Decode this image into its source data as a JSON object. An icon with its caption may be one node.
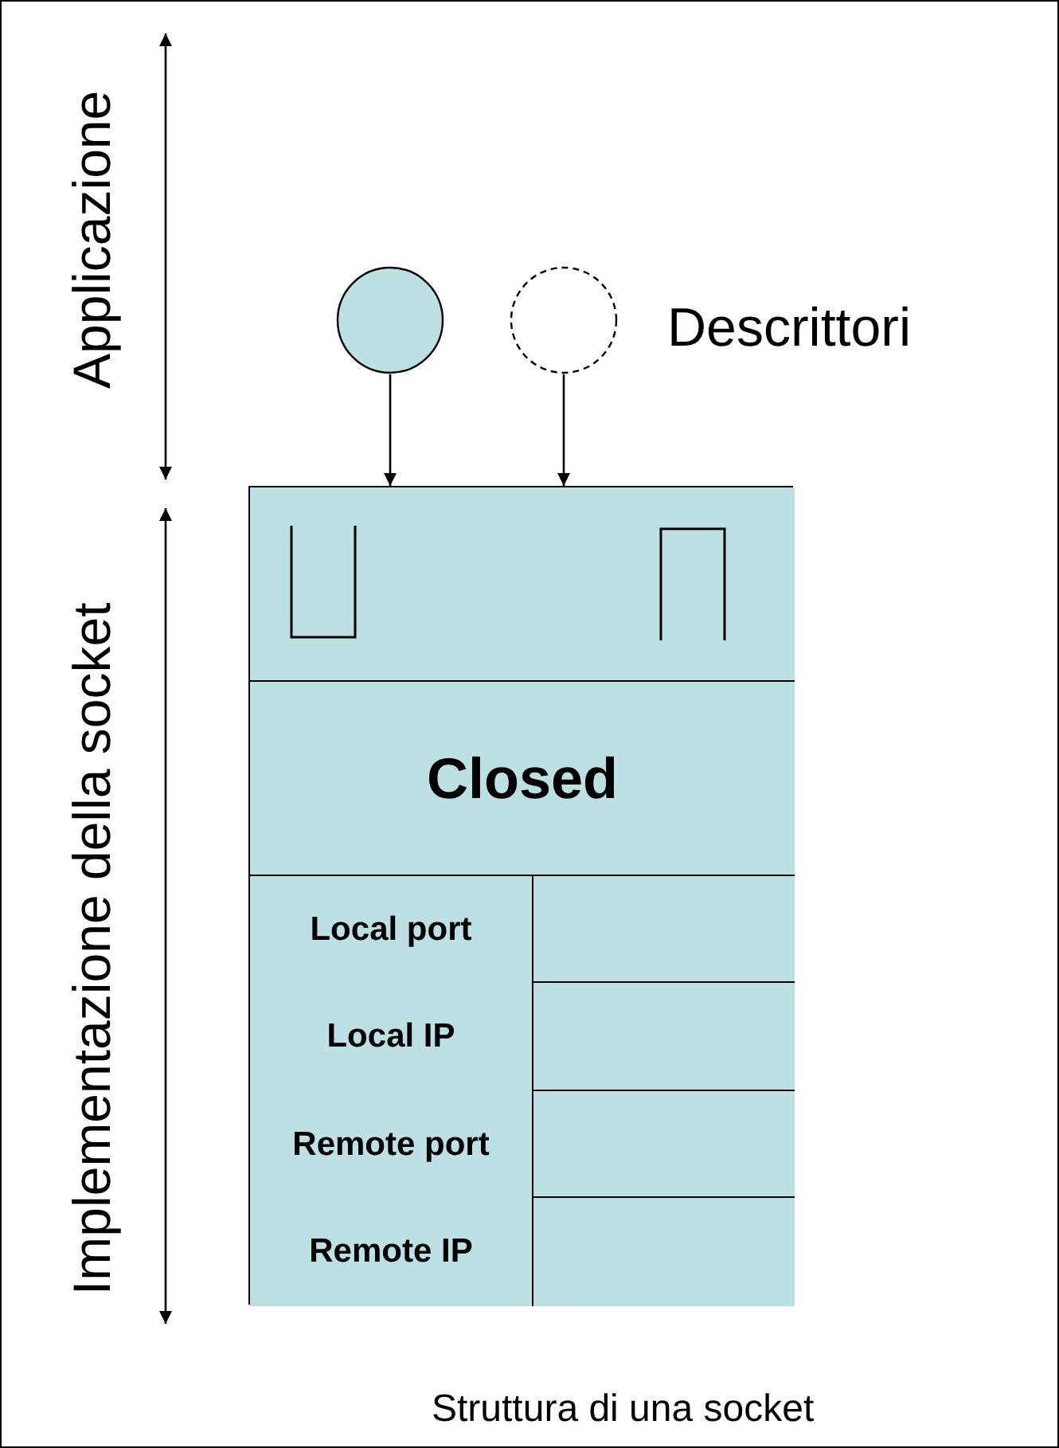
{
  "diagram": {
    "caption": "Struttura di una socket",
    "nodes": [
      {
        "text": [],
        "shape": "circle"
      },
      {
        "text": [],
        "shape": "circle"
      },
      {
        "text": [],
        "shape": "box"
      },
      {
        "text": [],
        "shape": "box",
        "in": 2
      },
      {
        "text": [
          "Closed"
        ],
        "in": 2
      },
      {
        "text": [
          "Local port"
        ],
        "in": 2
      },
      {
        "text": [],
        "shape": "box",
        "in": 2
      },
      {
        "text": [
          "Local IP"
        ],
        "in": 2
      },
      {
        "text": [],
        "shape": "box",
        "in": 2
      },
      {
        "text": [
          "Remote port"
        ],
        "in": 2
      },
      {
        "text": [],
        "shape": "box",
        "in": 2
      },
      {
        "text": [
          "Remote IP"
        ],
        "in": 2
      },
      {
        "text": [],
        "shape": "box",
        "in": 2
      }
    ],
    "edges": [
      {
        "from": 0,
        "to": 3,
        "arrow": "to"
      },
      {
        "from": 1,
        "to": 3,
        "arrow": "to"
      }
    ],
    "labels": [
      "Applicazione",
      "Implementazione della socket",
      "Descrittori"
    ]
  }
}
